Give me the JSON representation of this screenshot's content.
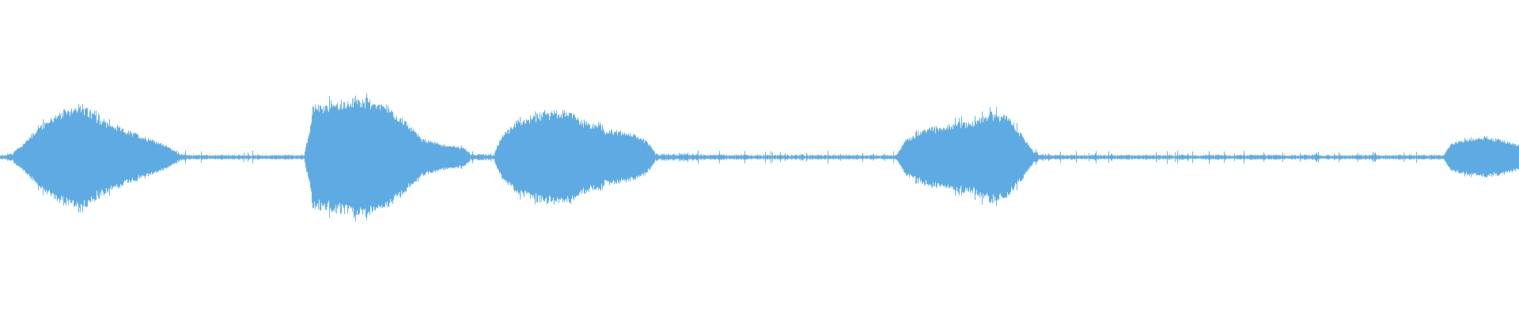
{
  "waveform": {
    "color": "#5DABE2",
    "background": "#FFFFFF",
    "envelope_points": [
      [
        0.0,
        0.03
      ],
      [
        0.008,
        0.08
      ],
      [
        0.015,
        0.22
      ],
      [
        0.025,
        0.5
      ],
      [
        0.035,
        0.68
      ],
      [
        0.045,
        0.8
      ],
      [
        0.05,
        0.9
      ],
      [
        0.058,
        0.78
      ],
      [
        0.07,
        0.58
      ],
      [
        0.085,
        0.42
      ],
      [
        0.1,
        0.3
      ],
      [
        0.11,
        0.18
      ],
      [
        0.118,
        0.07
      ],
      [
        0.125,
        0.04
      ],
      [
        0.2,
        0.04
      ],
      [
        0.203,
        0.4
      ],
      [
        0.206,
        0.85
      ],
      [
        0.215,
        0.9
      ],
      [
        0.23,
        0.95
      ],
      [
        0.245,
        0.96
      ],
      [
        0.258,
        0.8
      ],
      [
        0.268,
        0.55
      ],
      [
        0.278,
        0.3
      ],
      [
        0.29,
        0.22
      ],
      [
        0.305,
        0.16
      ],
      [
        0.31,
        0.05
      ],
      [
        0.325,
        0.05
      ],
      [
        0.33,
        0.35
      ],
      [
        0.34,
        0.6
      ],
      [
        0.355,
        0.72
      ],
      [
        0.37,
        0.8
      ],
      [
        0.385,
        0.6
      ],
      [
        0.4,
        0.45
      ],
      [
        0.415,
        0.4
      ],
      [
        0.425,
        0.28
      ],
      [
        0.432,
        0.06
      ],
      [
        0.5,
        0.04
      ],
      [
        0.59,
        0.04
      ],
      [
        0.596,
        0.3
      ],
      [
        0.608,
        0.45
      ],
      [
        0.625,
        0.55
      ],
      [
        0.64,
        0.6
      ],
      [
        0.652,
        0.75
      ],
      [
        0.662,
        0.7
      ],
      [
        0.672,
        0.4
      ],
      [
        0.68,
        0.1
      ],
      [
        0.69,
        0.04
      ],
      [
        0.95,
        0.04
      ],
      [
        0.955,
        0.22
      ],
      [
        0.965,
        0.3
      ],
      [
        0.978,
        0.33
      ],
      [
        0.99,
        0.28
      ],
      [
        1.0,
        0.2
      ]
    ]
  }
}
